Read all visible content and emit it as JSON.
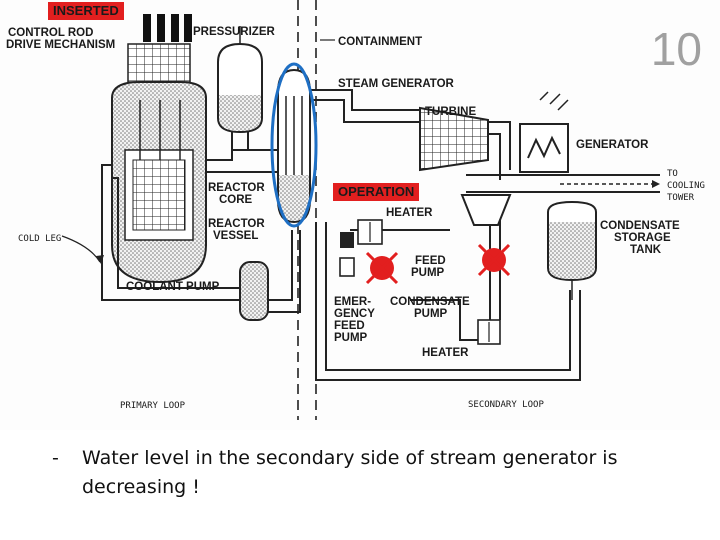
{
  "slide_number": "10",
  "tags": {
    "inserted": "INSERTED",
    "operation": "OPERATION"
  },
  "labels": {
    "control_rod_line1": "CONTROL ROD",
    "control_rod_line2": "DRIVE MECHANISM",
    "pressurizer": "PRESSURIZER",
    "containment": "CONTAINMENT",
    "steam_generator": "STEAM GENERATOR",
    "turbine": "TURBINE",
    "generator": "GENERATOR",
    "to_cooling_tower_1": "TO",
    "to_cooling_tower_2": "COOLING",
    "to_cooling_tower_3": "TOWER",
    "reactor_core_1": "REACTOR",
    "reactor_core_2": "CORE",
    "reactor_vessel_1": "REACTOR",
    "reactor_vessel_2": "VESSEL",
    "cold_leg": "COLD LEG",
    "heater_top": "HEATER",
    "condensate_storage_1": "CONDENSATE",
    "condensate_storage_2": "STORAGE",
    "condensate_storage_3": "TANK",
    "feed_pump_1": "FEED",
    "feed_pump_2": "PUMP",
    "coolant_pump": "COOLANT PUMP",
    "emergency_1": "EMER-",
    "emergency_2": "GENCY",
    "emergency_3": "FEED",
    "emergency_4": "PUMP",
    "condensate_pump_1": "CONDENSATE",
    "condensate_pump_2": "PUMP",
    "heater_bottom": "HEATER",
    "primary_loop": "PRIMARY LOOP",
    "secondary_loop": "SECONDARY LOOP"
  },
  "bullet": {
    "dash": "-",
    "text": "Water level in the secondary side of stream generator is decreasing !"
  },
  "colors": {
    "tag_red": "#e21f1f",
    "highlight_blue": "#1e6fc4",
    "cross_red": "#e21f1f"
  }
}
